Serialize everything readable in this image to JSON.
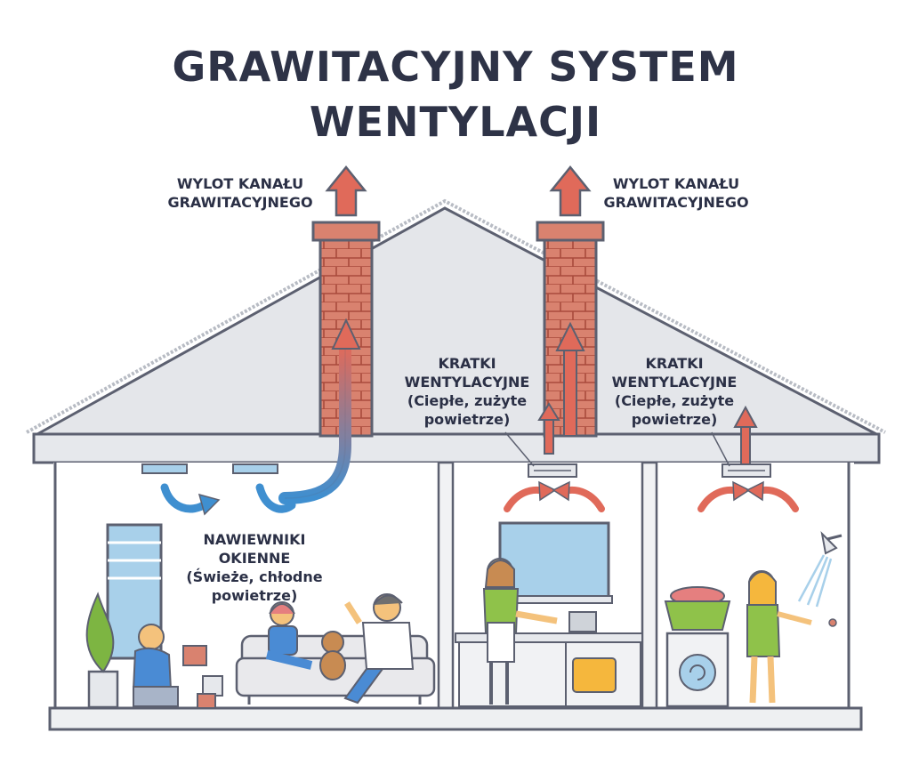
{
  "title": {
    "line1": "GRAWITACYJNY SYSTEM",
    "line2": "WENTYLACJI"
  },
  "labels": {
    "outlet_left": [
      "WYLOT KANAŁU",
      "GRAWITACYJNEGO"
    ],
    "outlet_right": [
      "WYLOT KANAŁU",
      "GRAWITACYJNEGO"
    ],
    "grilles_middle": [
      "KRATKI",
      "WENTYLACYJNE",
      "(Ciepłe, zużyte",
      "powietrze)"
    ],
    "grilles_right": [
      "KRATKI",
      "WENTYLACYJNE",
      "(Ciepłe, zużyte",
      "powietrze)"
    ],
    "vents": [
      "NAWIEWNIKI",
      "OKIENNE",
      "(Świeże, chłodne",
      "powietrze)"
    ]
  },
  "colors": {
    "outline": "#5c6070",
    "roof": "#e4e6ea",
    "brick": "#d9826f",
    "brick_line": "#a94a3c",
    "warm_arrow": "#e06a5a",
    "cool_arrow": "#3f8fd0",
    "wall": "#f1f2f4",
    "window": "#a8d0ea",
    "sofa": "#e9e9ec",
    "basket": "#8fc24a",
    "stove_door": "#f5b73d"
  }
}
